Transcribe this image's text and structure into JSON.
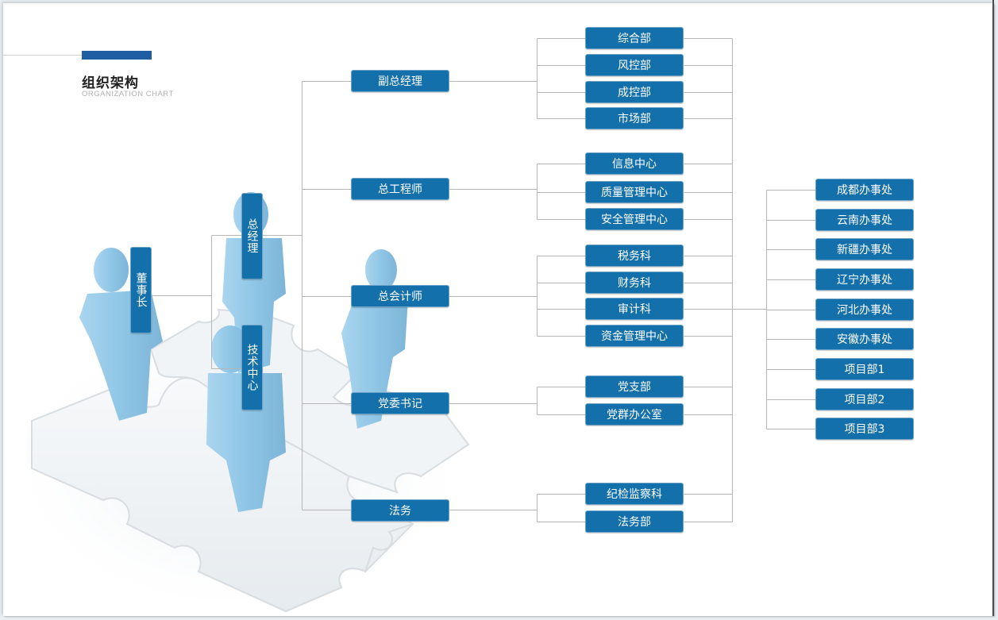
{
  "header": {
    "title": "组织架构",
    "subtitle": "ORGANIZATION CHART",
    "accent_color": "#1f5ea3"
  },
  "colors": {
    "node_fill": "#1470ab",
    "node_text": "#ffffff",
    "connector": "#b5b5b5",
    "figure_blue": "#8ec6e6",
    "puzzle_white": "#f3f5f7"
  },
  "leadership": {
    "chairman": "董事长",
    "general_manager": "总经理",
    "tech_center": "技术中心"
  },
  "executives": [
    {
      "label": "副总经理",
      "departments": [
        "综合部",
        "风控部",
        "成控部",
        "市场部"
      ]
    },
    {
      "label": "总工程师",
      "departments": [
        "信息中心",
        "质量管理中心",
        "安全管理中心"
      ]
    },
    {
      "label": "总会计师",
      "departments": [
        "税务科",
        "财务科",
        "审计科",
        "资金管理中心"
      ]
    },
    {
      "label": "党委书记",
      "departments": [
        "党支部",
        "党群办公室"
      ]
    },
    {
      "label": "法务",
      "departments": [
        "纪检监察科",
        "法务部"
      ]
    }
  ],
  "branches": [
    "成都办事处",
    "云南办事处",
    "新疆办事处",
    "辽宁办事处",
    "河北办事处",
    "安徽办事处",
    "项目部1",
    "项目部2",
    "项目部3"
  ]
}
